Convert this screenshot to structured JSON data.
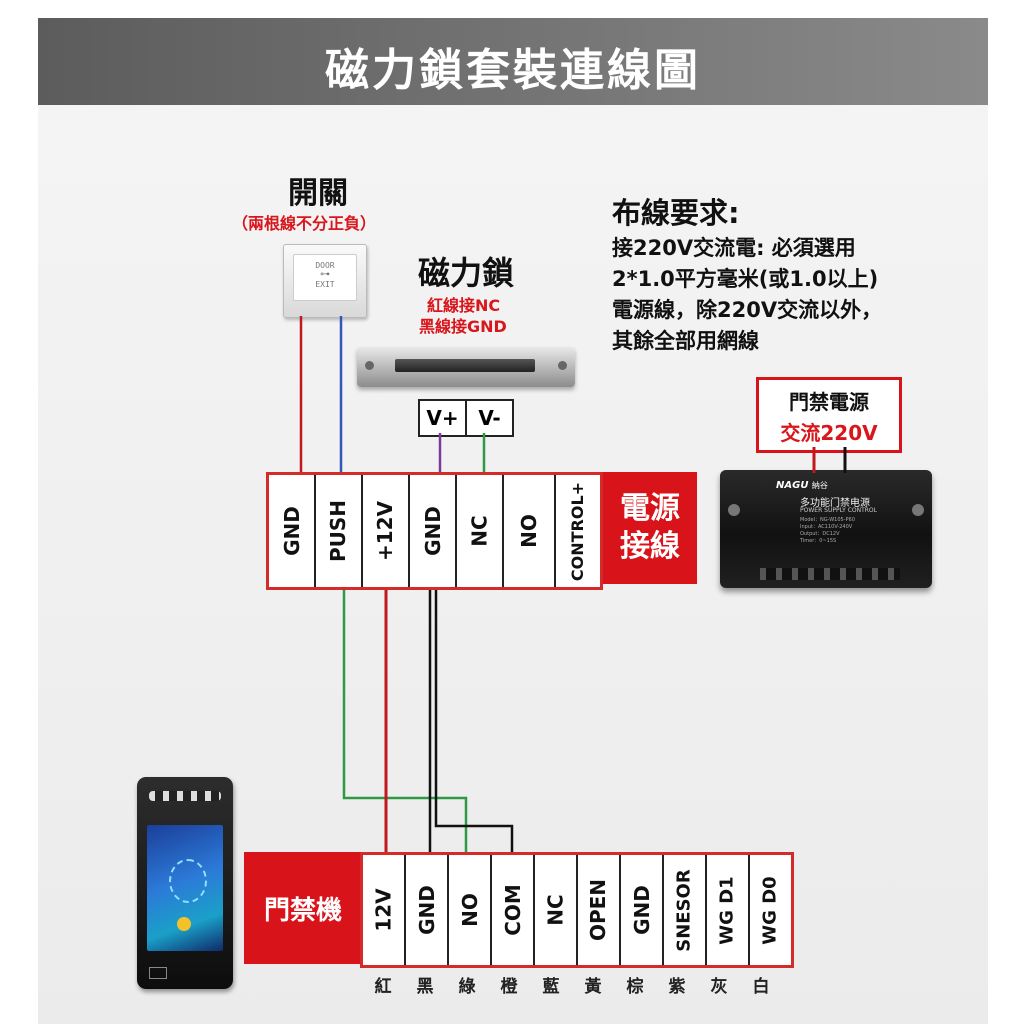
{
  "title": "磁力鎖套裝連線圖",
  "switch": {
    "label": "開關",
    "note": "（兩根線不分正負）",
    "device_line1": "DOOR",
    "device_line2": "EXIT"
  },
  "maglock": {
    "label": "磁力鎖",
    "note_line1": "紅線接NC",
    "note_line2": "黑線接GND",
    "term_plus": "V+",
    "term_minus": "V-"
  },
  "requirements": {
    "heading": "布線要求:",
    "lines": [
      "接220V交流電: 必須選用",
      "2*1.0平方毫米(或1.0以上)",
      "電源線，除220V交流以外，",
      "其餘全部用網線"
    ]
  },
  "power_supply": {
    "label_line1": "門禁電源",
    "label_line2": "交流220V",
    "brand": "NAGU",
    "brand_cn": "納谷",
    "model_cn": "多功能门禁电源",
    "model_en": "POWER SUPPLY CONTROL",
    "spec_lines": [
      "Model：NG-W105-P60",
      "Input：AC110V-240V",
      "Output：DC12V",
      "Timer：0~15S"
    ]
  },
  "power_terminal": {
    "side_label_line1": "電源",
    "side_label_line2": "接線",
    "terminals": [
      "GND",
      "PUSH",
      "+12V",
      "GND",
      "NC",
      "NO",
      "CONTROL+"
    ]
  },
  "controller": {
    "label": "門禁機",
    "terminals": [
      "12V",
      "GND",
      "NO",
      "COM",
      "NC",
      "OPEN",
      "GND",
      "SNESOR",
      "WG D1",
      "WG D0"
    ],
    "wire_colors": [
      "紅",
      "黑",
      "綠",
      "橙",
      "藍",
      "黃",
      "棕",
      "紫",
      "灰",
      "白"
    ]
  },
  "wire_palette": {
    "red": "#c0181c",
    "black": "#111111",
    "green": "#2e9a44",
    "purple": "#7a3a9a",
    "blue": "#2f58b8",
    "accent": "#d8141a"
  }
}
